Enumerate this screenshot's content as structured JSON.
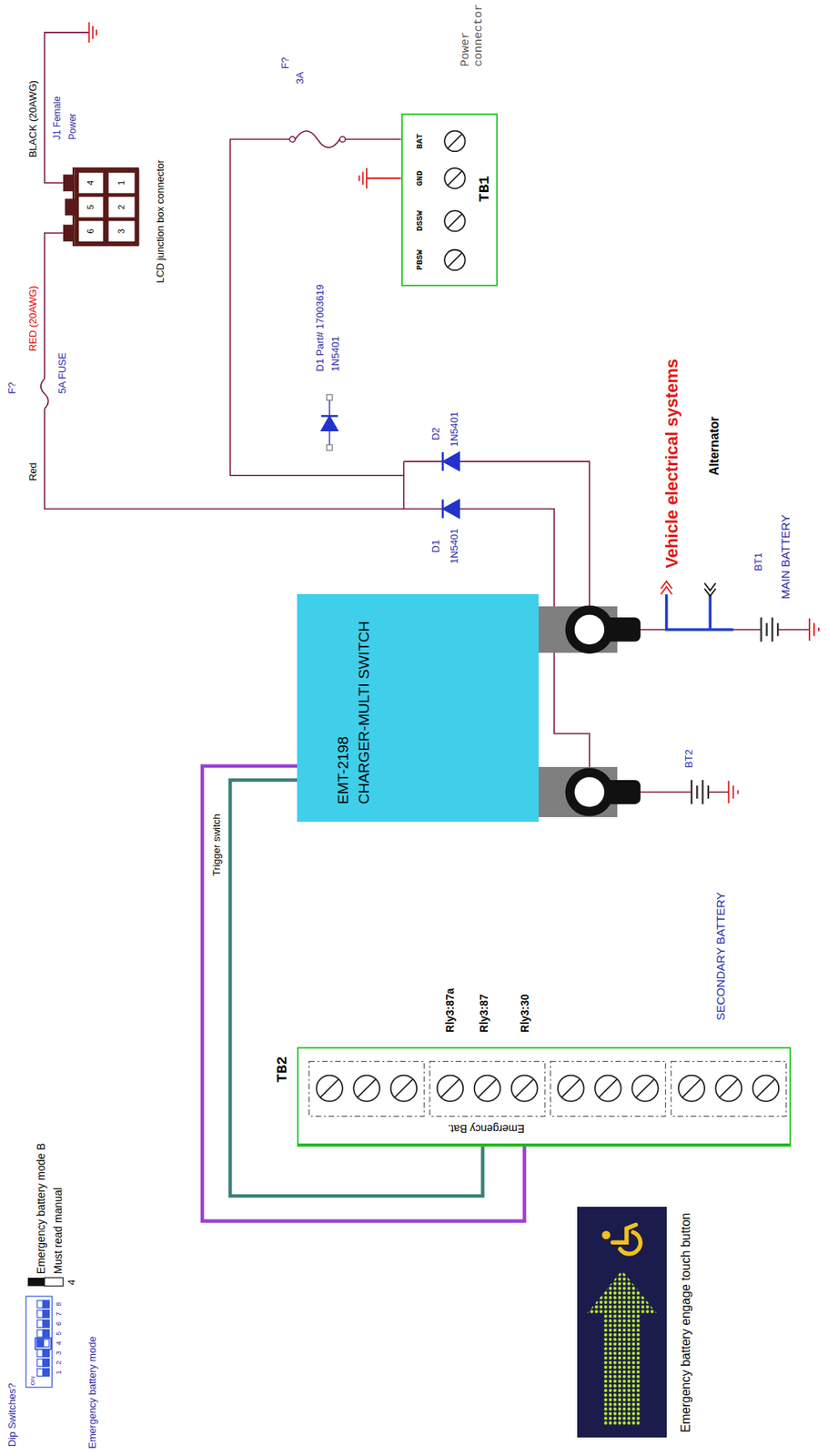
{
  "diagram": {
    "nodes": [
      {
        "text": [
          "Power connector",
          "TB1"
        ]
      },
      {
        "text": [
          "J1 Female",
          "Power",
          "LCD junction box connector"
        ]
      },
      {
        "text": [
          "EMT-2198",
          "CHARGER-MULTI SWITCH"
        ]
      },
      {
        "text": [
          "TB2",
          "Emergency Bat."
        ]
      },
      {
        "text": [
          "Emergency battery engage touch button"
        ]
      }
    ],
    "edges": [
      {
        "from": 2,
        "to": 3,
        "label": "Trigger switch",
        "arrow": "none"
      },
      {
        "from": 2,
        "to": 3,
        "arrow": "none"
      }
    ],
    "labels": [
      "BLACK (20AWG)",
      "F?",
      "RED (20AWG)",
      "5A FUSE",
      "Red",
      "4",
      "1",
      "5",
      "2",
      "6",
      "3",
      "F?",
      "3A",
      "BAT",
      "GND",
      "DSSW",
      "PBSW",
      "D1 Part# 17003619",
      "1N5401",
      "D2",
      "1N5401",
      "D1",
      "1N5401",
      "Vehicle electrical systems",
      "Alternator",
      "BT1",
      "MAIN BATTERY",
      "BT2",
      "SECONDARY BATTERY",
      "Rly3:87a",
      "Rly3:87",
      "Rly3:30",
      "Dip Switches?",
      "ON",
      "1",
      "2",
      "3",
      "4",
      "5",
      "6",
      "7",
      "8",
      "Emergency battery mode",
      "Emergency battery mode B",
      "Must read manual",
      "4"
    ]
  }
}
